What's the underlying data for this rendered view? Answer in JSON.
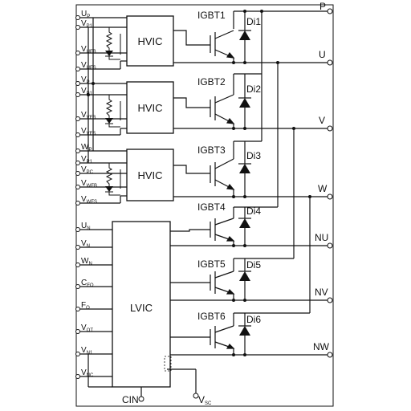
{
  "blocks": {
    "hvic": "HVIC",
    "lvic": "LVIC"
  },
  "left_pins": [
    {
      "main": "U",
      "sub": "P"
    },
    {
      "main": "V",
      "sub": "P1"
    },
    {
      "main": "V",
      "sub": "UFB"
    },
    {
      "main": "V",
      "sub": "UFS"
    },
    {
      "main": "V",
      "sub": "P"
    },
    {
      "main": "V",
      "sub": "P1"
    },
    {
      "main": "V",
      "sub": "VFB"
    },
    {
      "main": "V",
      "sub": "VFS"
    },
    {
      "main": "W",
      "sub": "P"
    },
    {
      "main": "V",
      "sub": "P1"
    },
    {
      "main": "V",
      "sub": "PC"
    },
    {
      "main": "V",
      "sub": "WFB"
    },
    {
      "main": "V",
      "sub": "WFS"
    },
    {
      "main": "U",
      "sub": "N"
    },
    {
      "main": "V",
      "sub": "N"
    },
    {
      "main": "W",
      "sub": "N"
    },
    {
      "main": "C",
      "sub": "FO"
    },
    {
      "main": "F",
      "sub": "O"
    },
    {
      "main": "V",
      "sub": "OT"
    },
    {
      "main": "V",
      "sub": "N1"
    },
    {
      "main": "V",
      "sub": "NC"
    }
  ],
  "right_pins": [
    "P",
    "U",
    "V",
    "W",
    "NU",
    "NV",
    "NW"
  ],
  "bottom_pins": {
    "cin": "CIN",
    "vsc_main": "V",
    "vsc_sub": "SC"
  },
  "igbts": [
    "IGBT1",
    "IGBT2",
    "IGBT3",
    "IGBT4",
    "IGBT5",
    "IGBT6"
  ],
  "diodes": [
    "Di1",
    "Di2",
    "Di3",
    "Di4",
    "Di5",
    "Di6"
  ]
}
